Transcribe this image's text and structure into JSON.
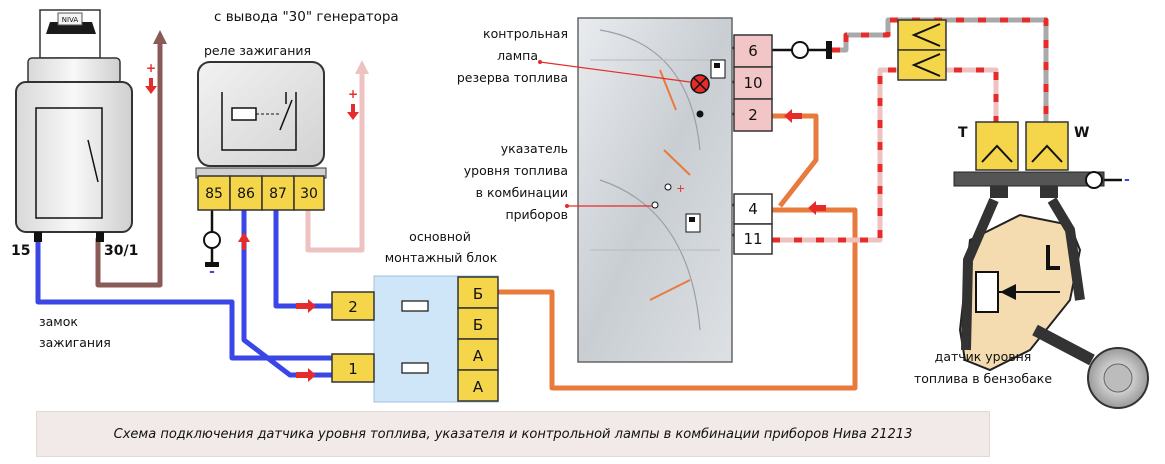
{
  "caption": "Схема подключения датчика уровня топлива, указателя и контрольной лампы в комбинации приборов Нива 21213",
  "labels": {
    "generator": "с вывода \"30\" генератора",
    "relay_title": "реле зажигания",
    "ignition_lock_line1": "замок",
    "ignition_lock_line2": "зажигания",
    "lock_terminal_15": "15",
    "lock_terminal_30_1": "30/1",
    "lock_brand": "NIVA",
    "mount_block_line1": "основной",
    "mount_block_line2": "монтажный блок",
    "lamp_line1": "контрольная",
    "lamp_line2": "лампа",
    "lamp_line3": "резерва топлива",
    "gauge_line1": "указатель",
    "gauge_line2": "уровня топлива",
    "gauge_line3": "в комбинации",
    "gauge_line4": "приборов",
    "sensor_line1": "датчик уровня",
    "sensor_line2": "топлива в бензобаке",
    "sensor_T": "T",
    "sensor_W": "W",
    "plus": "+",
    "minus": "-"
  },
  "relay_terminals": [
    "85",
    "86",
    "87",
    "30"
  ],
  "block_pins_left": [
    "2",
    "1"
  ],
  "block_pins_right": [
    "Б",
    "Б",
    "А",
    "А"
  ],
  "cluster_pins": [
    "6",
    "10",
    "2",
    "4",
    "11"
  ],
  "colors": {
    "wire_blue": "#3a46e6",
    "wire_brown": "#8a5a56",
    "wire_pink": "#efc2c2",
    "wire_orange": "#e87a3c",
    "wire_gray": "#a9a9a9",
    "wire_red_dash": "#e62b2b",
    "terminal_yellow": "#f5d64b",
    "block_blue": "#cfe6f8",
    "cluster_pin_pink": "#f2c6c6",
    "arrow_red": "#e62b2b"
  }
}
